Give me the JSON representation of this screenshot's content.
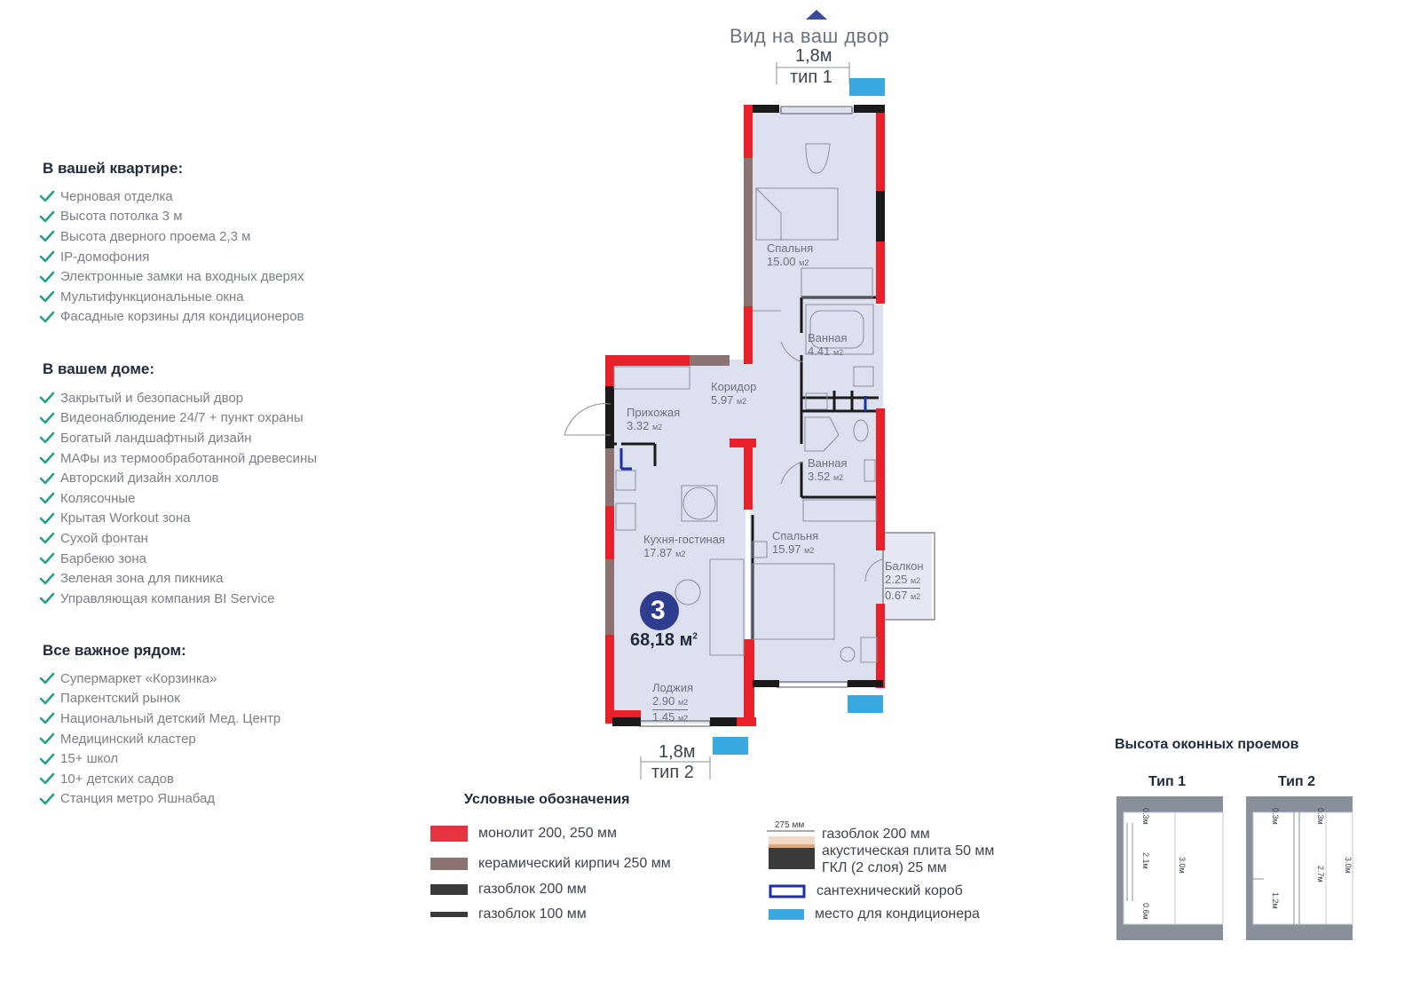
{
  "features": {
    "apartment_title": "В вашей квартире:",
    "apartment": [
      "Черновая отделка",
      "Высота потолка 3 м",
      "Высота дверного проема 2,3 м",
      "IP-домофония",
      "Электронные замки на входных дверях",
      "Мультифункциональные окна",
      "Фасадные корзины для кондиционеров"
    ],
    "house_title": "В вашем доме:",
    "house": [
      "Закрытый и безопасный двор",
      "Видеонаблюдение 24/7 + пункт охраны",
      "Богатый ландшафтный дизайн",
      "МАФы из термообработанной древесины",
      "Авторский дизайн холлов",
      "Колясочные",
      "Крытая Workout зона",
      "Сухой фонтан",
      "Барбекю зона",
      "Зеленая зона для пикника",
      "Управляющая компания BI Service"
    ],
    "nearby_title": "Все важное рядом:",
    "nearby": [
      "Супермаркет «Корзинка»",
      "Паркентский рынок",
      "Национальный детский Мед. Центр",
      "Медицинский кластер",
      "15+ школ",
      "10+ детских садов",
      "Станция метро Яшнабад"
    ]
  },
  "plan": {
    "view_label": "Вид на ваш двор",
    "top_window": {
      "size": "1,8м",
      "type": "тип 1"
    },
    "bottom_window": {
      "size": "1,8м",
      "type": "тип 2"
    },
    "rooms_count": "3",
    "total_area": "68,18 м",
    "total_area_sup": "2",
    "rooms": [
      {
        "name": "Спальня",
        "area": "15.00",
        "unit": "м2"
      },
      {
        "name": "Ванная",
        "area": "4.41",
        "unit": "м2"
      },
      {
        "name": "Коридор",
        "area": "5.97",
        "unit": "м2"
      },
      {
        "name": "Прихожая",
        "area": "3.32",
        "unit": "м2"
      },
      {
        "name": "Ванная",
        "area": "3.52",
        "unit": "м2"
      },
      {
        "name": "Кухня-гостиная",
        "area": "17.87",
        "unit": "м2"
      },
      {
        "name": "Спальня",
        "area": "15.97",
        "unit": "м2"
      },
      {
        "name": "Балкон",
        "area": "2.25",
        "unit": "м2",
        "area2": "0.67",
        "unit2": "м2"
      },
      {
        "name": "Лоджия",
        "area": "2.90",
        "unit": "м2",
        "area2": "1.45",
        "unit2": "м2"
      }
    ]
  },
  "legend": {
    "title": "Условные обозначения",
    "items": [
      {
        "label": "монолит 200, 250 мм",
        "color": "#e63340"
      },
      {
        "label": "керамический кирпич 250 мм",
        "color": "#8a7370"
      },
      {
        "label": "газоблок 200 мм",
        "color": "#3a3a3a"
      },
      {
        "label": "газоблок 100 мм",
        "color": "#3a3a3a"
      }
    ],
    "composite_dim": "275 мм",
    "composite_lines": [
      "газоблок 200 мм",
      "акустическая плита 50 мм",
      "ГКЛ (2 слоя) 25 мм"
    ],
    "plumbing_box": "сантехнический короб",
    "ac_place": "место для кондиционера",
    "ac_color": "#3aa8e0",
    "plumbing_color": "#1d2fa8"
  },
  "windows": {
    "title": "Высота оконных проемов",
    "type1": {
      "label": "Тип 1",
      "top": "0.3м",
      "mid": "2.1м",
      "bottom": "0.6м",
      "total": "3.0м"
    },
    "type2": {
      "label": "Тип 2",
      "top": "0.3м",
      "right_top": "0.3м",
      "mid": "2.7м",
      "low": "1.2м",
      "total": "3.0м"
    }
  },
  "colors": {
    "accent": "#2f3d8f",
    "check": "#27a08a",
    "room_fill": "#dde1ef",
    "monolith": "#e8202a",
    "brick": "#8a7370"
  }
}
